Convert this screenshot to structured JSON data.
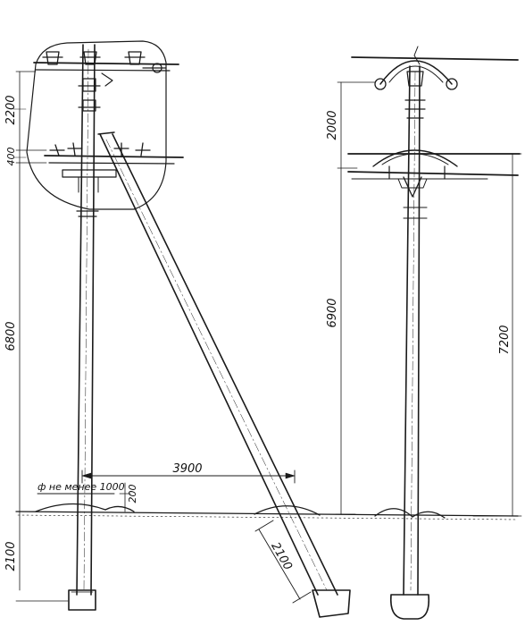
{
  "dimensions": {
    "left_top_span": "2200",
    "left_crossarm_gap": "400",
    "left_pole_height": "6800",
    "left_burial_depth": "2100",
    "strut_spread": "3900",
    "strut_burial": "2100",
    "right_top_span": "2000",
    "right_lower_height": "6900",
    "right_total_height": "7200",
    "ground_offset": "200",
    "base_note": "ф не менее 1000"
  }
}
